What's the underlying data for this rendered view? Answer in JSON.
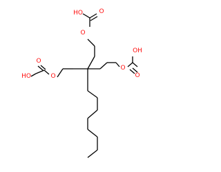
{
  "molecule": {
    "atom_color": "#ff0d0d",
    "bond_color": "#000000",
    "background": "#ffffff",
    "labels": {
      "top_ho": "HO",
      "top_carbonyl_o": "O",
      "top_ether_o": "O",
      "left_ho": "HO",
      "left_carbonyl_o": "O",
      "left_ether_o": "O",
      "right_ho": "OH",
      "right_carbonyl_o": "O",
      "right_ether_o": "O"
    }
  }
}
